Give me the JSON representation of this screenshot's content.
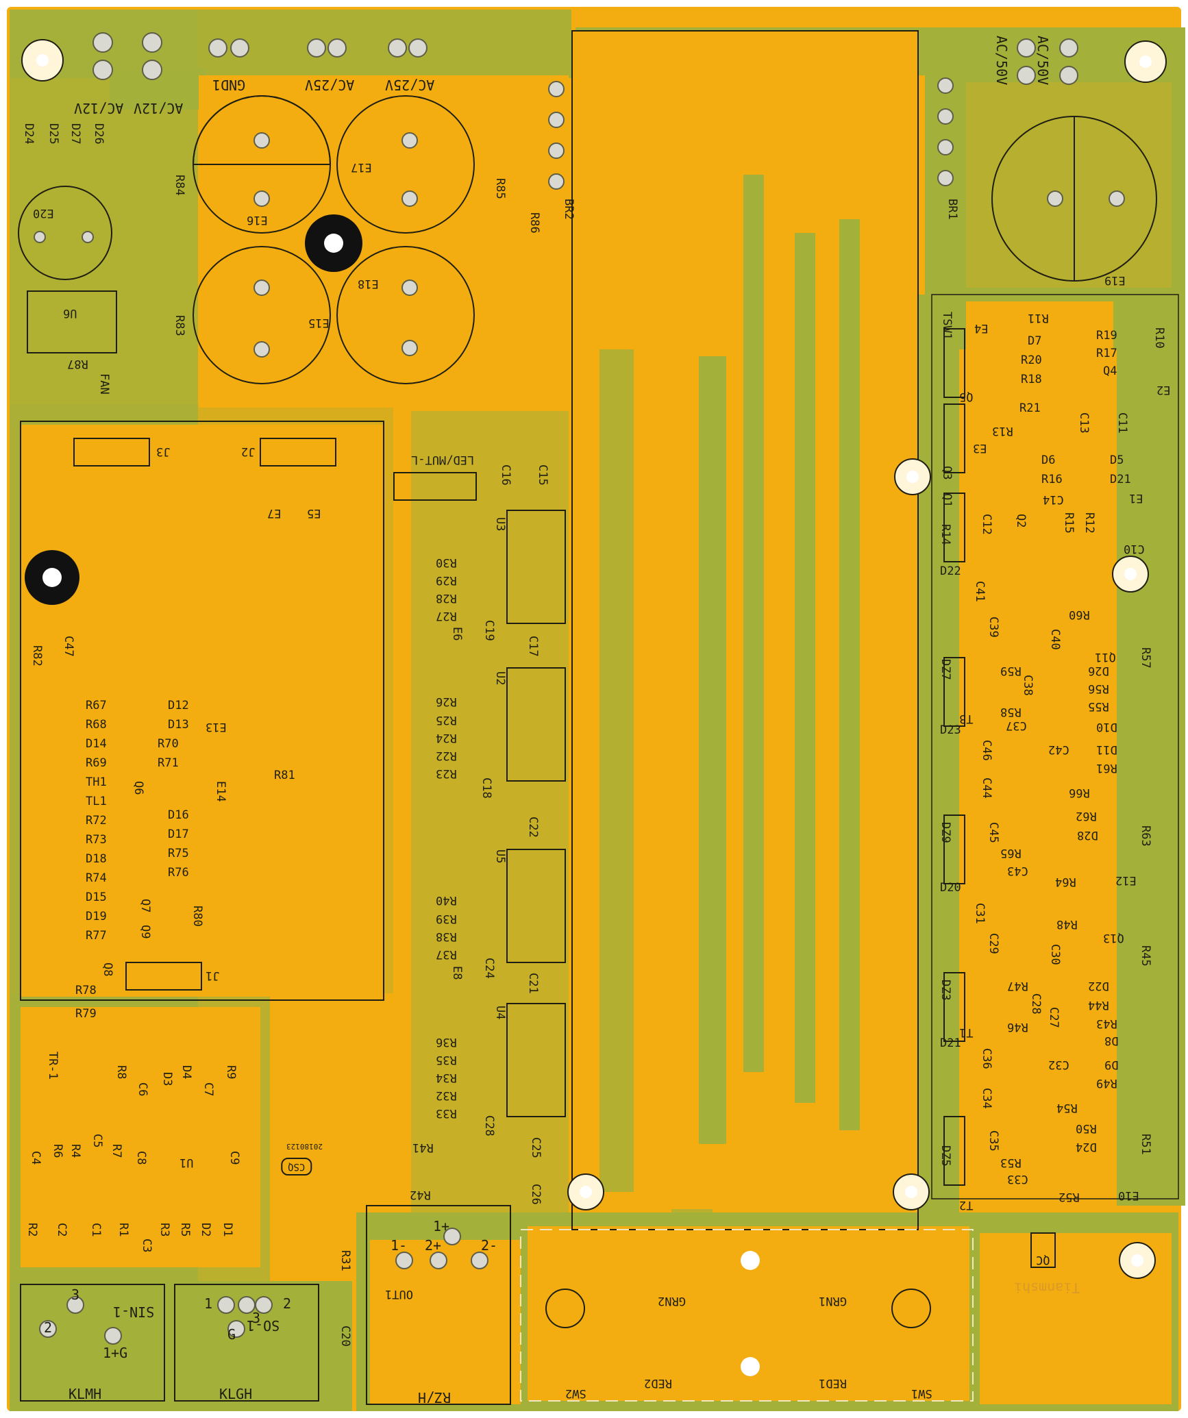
{
  "colors": {
    "board": "#f3ad10",
    "copper_relief": "#a3b03a",
    "silkscreen": "#1e1e12",
    "pad": "#d9d9d2"
  },
  "labels": {
    "ac12v_a": "AC/12V",
    "ac12v_b": "AC/12V",
    "gnd1": "GND1",
    "ac25v_a": "AC/25V",
    "ac25v_b": "AC/25V",
    "ac50v_a": "AC/50V",
    "ac50v_b": "AC/50V",
    "e16": "E16",
    "e17": "E17",
    "e15": "E15",
    "e18": "E18",
    "e19": "E19",
    "e20": "E20",
    "r84": "R84",
    "r83": "R83",
    "r85": "R85",
    "r86": "R86",
    "br2": "BR2",
    "br1": "BR1",
    "d24": "D24",
    "d25": "D25",
    "d27": "D27",
    "d26": "D26",
    "u6": "U6",
    "r87": "R87",
    "fan": "FAN",
    "j3": "J3",
    "j2": "J2",
    "j1": "J1",
    "e7": "E7",
    "e5": "E5",
    "led_mut": "LED/MUT-L",
    "c16": "C16",
    "c15": "C15",
    "u3": "U3",
    "u2": "U2",
    "u5": "U5",
    "u4": "U4",
    "r30": "R30",
    "r29": "R29",
    "r28": "R28",
    "r27": "R27",
    "r26": "R26",
    "r25": "R25",
    "r24": "R24",
    "r22": "R22",
    "r23": "R23",
    "r40": "R40",
    "r39": "R39",
    "r38": "R38",
    "r37": "R37",
    "r36": "R36",
    "r35": "R35",
    "r34": "R34",
    "r32": "R32",
    "r33": "R33",
    "c19": "C19",
    "c17": "C17",
    "c18": "C18",
    "c22": "C22",
    "c24": "C24",
    "c21": "C21",
    "c28": "C28",
    "c25": "C25",
    "c26": "C26",
    "e6": "E6",
    "e8": "E8",
    "r41": "R41",
    "r42": "R42",
    "r31": "R31",
    "c20": "C20",
    "r82": "R82",
    "c47": "C47",
    "r67": "R67",
    "r68": "R68",
    "d14": "D14",
    "r69": "R69",
    "th1": "TH1",
    "tl1": "TL1",
    "r72": "R72",
    "r73": "R73",
    "d18": "D18",
    "r74": "R74",
    "d15": "D15",
    "d19": "D19",
    "r77": "R77",
    "d12": "D12",
    "d13": "D13",
    "r70": "R70",
    "r71": "R71",
    "d16": "D16",
    "d17": "D17",
    "r75": "R75",
    "r76": "R76",
    "r80": "R80",
    "r81": "R81",
    "e13": "E13",
    "e14": "E14",
    "q6": "Q6",
    "q7": "Q7",
    "q9": "Q9",
    "q8": "Q8",
    "r78": "R78",
    "r79": "R79",
    "tr1": "TR-1",
    "r8": "R8",
    "c6": "C6",
    "d3": "D3",
    "d4": "D4",
    "c7": "C7",
    "r9": "R9",
    "c4": "C4",
    "r6": "R6",
    "r4": "R4",
    "c5": "C5",
    "r7": "R7",
    "c8": "C8",
    "u1": "U1",
    "c9": "C9",
    "r2": "R2",
    "c2": "C2",
    "c1": "C1",
    "r1": "R1",
    "r3": "R3",
    "r5": "R5",
    "d2": "D2",
    "d1": "D1",
    "c3": "C3",
    "sin1": "SIN-1",
    "klmh": "KLMH",
    "so1": "SO-1",
    "klgh": "KLGH",
    "pin3": "3",
    "pin2": "2",
    "pin1g": "1+G",
    "pin1": "1",
    "pin2b": "2",
    "pin3b": "3",
    "ping": "G",
    "out1": "OUT1",
    "rzh": "RZ/H",
    "p1m": "1-",
    "p2p": "2+",
    "p2m": "2-",
    "p1p": "1+",
    "grn2": "GRN2",
    "red2": "RED2",
    "sw2": "SW2",
    "grn1": "GRN1",
    "red1": "RED1",
    "sw1": "SW1",
    "qc": "QC",
    "brand": "Tianmshi",
    "tsw1": "TSW1",
    "r11": "R11",
    "r10": "R10",
    "e4": "E4",
    "d7": "D7",
    "r19": "R19",
    "r17": "R17",
    "r20": "R20",
    "r18": "R18",
    "q4": "Q4",
    "q5": "Q5",
    "e2": "E2",
    "r21": "R21",
    "c13": "C13",
    "c11": "C11",
    "r13": "R13",
    "e3": "E3",
    "q3": "Q3",
    "d6": "D6",
    "d5": "D5",
    "r16": "R16",
    "d21": "D21",
    "q1": "Q1",
    "c14": "C14",
    "e1": "E1",
    "c12": "C12",
    "q2": "Q2",
    "r14": "R14",
    "r15": "R15",
    "r12": "R12",
    "c10": "C10",
    "d22": "D22",
    "c41": "C41",
    "r60": "R60",
    "c39": "C39",
    "c40": "C40",
    "q11": "Q11",
    "r57": "R57",
    "dz7": "DZ7",
    "r59": "R59",
    "d26b": "D26",
    "c38": "C38",
    "r56": "R56",
    "t3": "T3",
    "r58": "R58",
    "r55": "R55",
    "d23": "D23",
    "c37": "C37",
    "d10": "D10",
    "c46": "C46",
    "c42": "C42",
    "d11": "D11",
    "r61": "R61",
    "c44": "C44",
    "r66": "R66",
    "c45": "C45",
    "r62": "R62",
    "d28": "D28",
    "r63": "R63",
    "dz9": "DZ9",
    "r65": "R65",
    "c43": "C43",
    "e12": "E12",
    "r64": "R64",
    "d20": "D20",
    "c31": "C31",
    "r48": "R48",
    "c29": "C29",
    "c30": "C30",
    "q13": "Q13",
    "r45": "R45",
    "dz3": "DZ3",
    "r47": "R47",
    "d22b": "D22",
    "c28b": "C28",
    "r44": "R44",
    "t1": "T1",
    "r46": "R46",
    "c27": "C27",
    "r43": "R43",
    "d21b": "D21",
    "d8": "D8",
    "c36": "C36",
    "c32": "C32",
    "d9": "D9",
    "c34": "C34",
    "r49": "R49",
    "r54": "R54",
    "c35": "C35",
    "r50": "R50",
    "r51": "R51",
    "dz5": "DZ5",
    "r53": "R53",
    "d24b": "D24",
    "c33": "C33",
    "r52": "R52",
    "e10": "E10",
    "t2": "T2",
    "date_block": "CSQ",
    "date_code": "20180123"
  }
}
